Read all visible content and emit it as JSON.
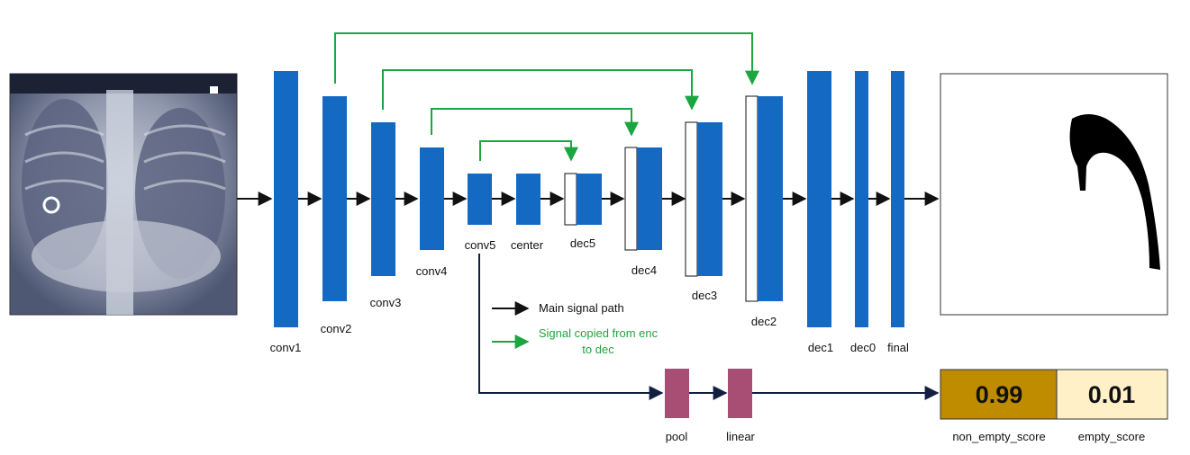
{
  "colors": {
    "block": "#1469c2",
    "skip": "#1aa640",
    "main": "#111111",
    "head": "#122040",
    "dense": "#a84d74",
    "non_empty_fill": "#bf8c00",
    "empty_fill": "#fff0c8"
  },
  "encoder": [
    "conv1",
    "conv2",
    "conv3",
    "conv4",
    "conv5",
    "center"
  ],
  "decoder": [
    "dec5",
    "dec4",
    "dec3",
    "dec2",
    "dec1",
    "dec0",
    "final"
  ],
  "classifier": [
    "pool",
    "linear"
  ],
  "legend": {
    "main": "Main signal path",
    "skip_line1": "Signal copied from enc",
    "skip_line2": "to dec"
  },
  "scores": {
    "non_empty_value": "0.99",
    "non_empty_label": "non_empty_score",
    "empty_value": "0.01",
    "empty_label": "empty_score"
  },
  "icons": {
    "input": "chest-xray-image",
    "output": "segmentation-mask-image"
  }
}
